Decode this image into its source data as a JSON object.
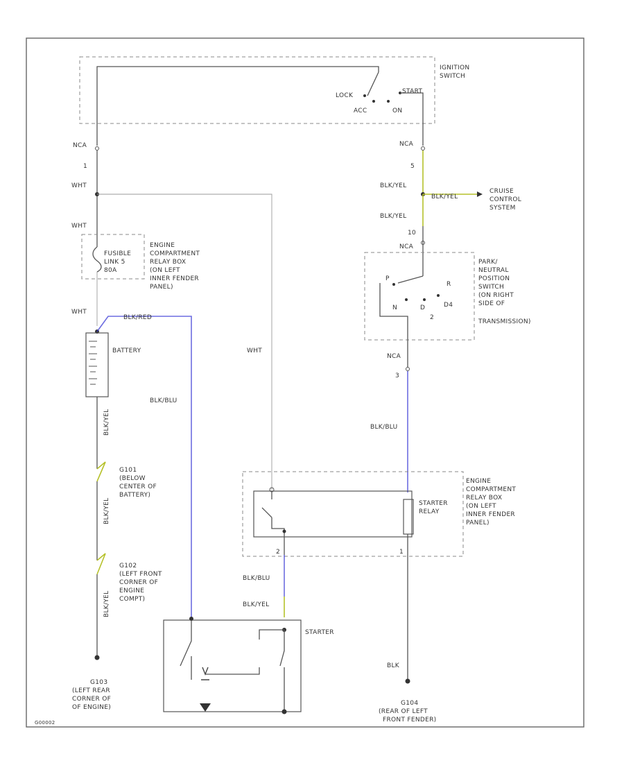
{
  "labels": {
    "ignition_switch": [
      "IGNITION",
      "SWITCH"
    ],
    "lock": "LOCK",
    "start": "START",
    "acc": "ACC",
    "on": "ON",
    "nca_top_left": "NCA",
    "pin_1": "1",
    "wht_1": "WHT",
    "wht_2": "WHT",
    "wht_3": "WHT",
    "wht_mid": "WHT",
    "fusible_link": [
      "FUSIBLE",
      "LINK 5",
      "80A"
    ],
    "ecrb_top": [
      "ENGINE",
      "COMPARTMENT",
      "RELAY BOX",
      "(ON LEFT",
      "INNER FENDER",
      "PANEL)"
    ],
    "blk_red_top": "BLK/RED",
    "battery": "BATTERY",
    "blk_blu_left": "BLK/BLU",
    "blk_yel_left_1": "BLK/YEL",
    "g101": [
      "G101",
      "(BELOW",
      "CENTER OF",
      "BATTERY)"
    ],
    "blk_yel_left_2": "BLK/YEL",
    "g102": [
      "G102",
      "(LEFT FRONT",
      "CORNER OF",
      "ENGINE",
      "COMPT)"
    ],
    "blk_yel_left_3": "BLK/YEL",
    "g103": [
      "G103",
      "(LEFT REAR",
      "CORNER OF",
      "OF ENGINE)"
    ],
    "nca_top_right": "NCA",
    "pin_5": "5",
    "blk_yel_r1": "BLK/YEL",
    "blk_yel_bus": "BLK/YEL",
    "cruise": [
      "CRUISE",
      "CONTROL",
      "SYSTEM"
    ],
    "blk_yel_r2": "BLK/YEL",
    "pin_10": "10",
    "nca_mid_right": "NCA",
    "park_neutral": [
      "PARK/",
      "NEUTRAL",
      "POSITION",
      "SWITCH",
      "(ON RIGHT",
      "SIDE OF",
      "TRANSMISSION)"
    ],
    "pn_p": "P",
    "pn_r": "R",
    "pn_n": "N",
    "pn_d": "D",
    "pn_d4": "D4",
    "pn_2": "2",
    "nca_low_right": "NCA",
    "pin_3": "3",
    "blk_blu_right": "BLK/BLU",
    "ecrb_bottom": [
      "ENGINE",
      "COMPARTMENT",
      "RELAY BOX",
      "(ON LEFT",
      "INNER FENDER",
      "PANEL)"
    ],
    "starter_relay": [
      "STARTER",
      "RELAY"
    ],
    "pin_2": "2",
    "pin_1b": "1",
    "blk_blu_center": "BLK/BLU",
    "blk_yel_center": "BLK/YEL",
    "starter": "STARTER",
    "blk": "BLK",
    "g104": [
      "G104",
      "(REAR OF LEFT",
      "FRONT FENDER)"
    ],
    "figure_code": "G00002"
  },
  "colors": {
    "blue_wire": "#3b3bd6",
    "yellow_wire": "#b6c12a",
    "line": "#555555"
  }
}
